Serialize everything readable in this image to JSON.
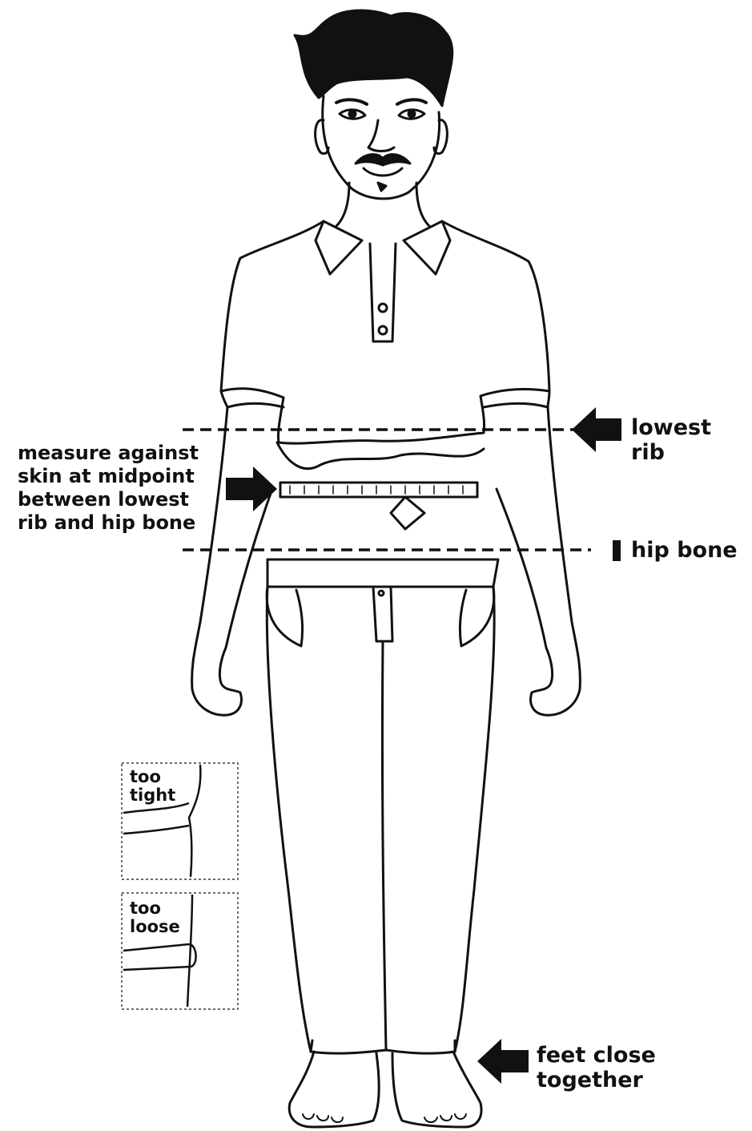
{
  "labels": {
    "lowest_rib": "lowest rib",
    "hip_bone": "hip bone",
    "measure_instruction": "measure against\nskin at midpoint\nbetween lowest\nrib and hip bone",
    "feet": "feet close\ntogether",
    "too_tight": "too\ntight",
    "too_loose": "too\nloose"
  },
  "colors": {
    "ink": "#111111",
    "background": "#ffffff"
  }
}
